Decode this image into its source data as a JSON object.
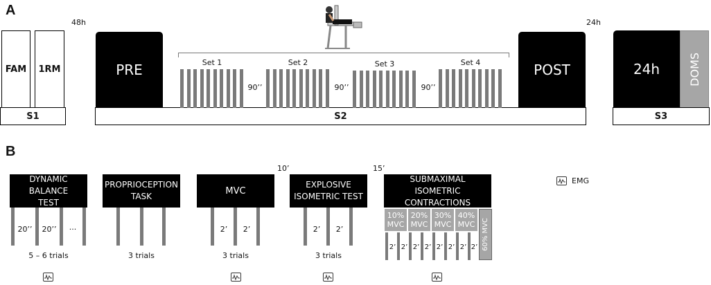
{
  "panel_a": {
    "letter": "A",
    "time_48h": "48h",
    "time_24h": "24h",
    "s1": {
      "fam": "FAM",
      "rm": "1RM",
      "label": "S1"
    },
    "s2": {
      "pre": "PRE",
      "post": "POST",
      "label": "S2",
      "sets": [
        "Set 1",
        "Set 2",
        "Set 3",
        "Set 4"
      ],
      "rest": [
        "90’’",
        "90’’",
        "90’’"
      ]
    },
    "s3": {
      "h24": "24h",
      "doms": "DOMS",
      "label": "S3"
    }
  },
  "panel_b": {
    "letter": "B",
    "gap1": "10’",
    "gap2": "15’",
    "emg_legend": "EMG",
    "tests": [
      {
        "title": "DYNAMIC BALANCE TEST",
        "intervals": [
          "20’’",
          "20’’",
          "···"
        ],
        "trials": "5 – 6 trials"
      },
      {
        "title": "PROPRIOCEPTION TASK",
        "trials": "3 trials"
      },
      {
        "title": "MVC",
        "intervals": [
          "2’",
          "2’"
        ],
        "trials": "3 trials"
      },
      {
        "title": "EXPLOSIVE ISOMETRIC TEST",
        "intervals": [
          "2’",
          "2’"
        ],
        "trials": "3 trials"
      },
      {
        "title": "SUBMAXIMAL ISOMETRIC CONTRACTIONS",
        "levels": [
          "10% MVC",
          "20% MVC",
          "30% MVC",
          "40% MVC"
        ],
        "level_60": "60% MVC",
        "intervals": [
          "2’",
          "2’",
          "2’",
          "2’",
          "2’",
          "2’",
          "2’",
          "2’"
        ]
      }
    ]
  },
  "colors": {
    "black": "#000000",
    "bar_gray": "#7a7a7a",
    "box_gray": "#a6a6a6"
  },
  "icons": [
    "leg-extension-machine-icon",
    "emg-icon"
  ]
}
